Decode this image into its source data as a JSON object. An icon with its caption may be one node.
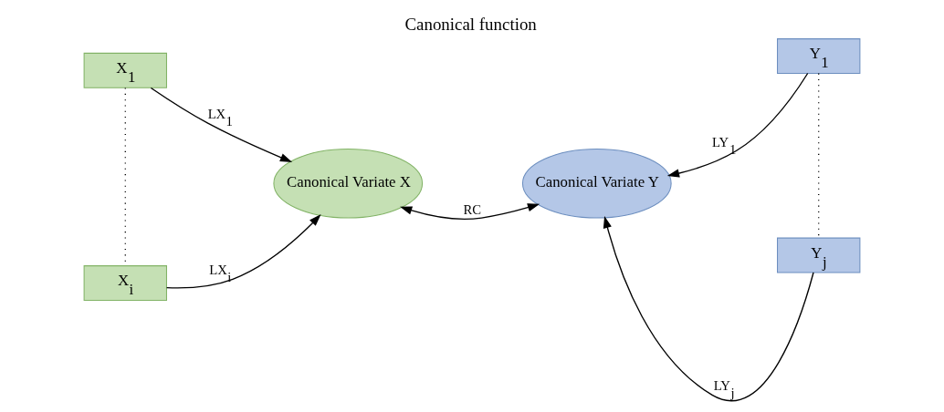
{
  "diagram": {
    "title": "Canonical function",
    "nodes": [
      {
        "text": [
          "X$_{1}$"
        ]
      },
      {
        "text": [
          "X$_{i}$"
        ]
      },
      {
        "text": [
          "Canonical Variate X"
        ]
      },
      {
        "text": [
          "Canonical Variate Y"
        ]
      },
      {
        "text": [
          "Y$_{1}$"
        ]
      },
      {
        "text": [
          "Y$_{j}$"
        ]
      }
    ],
    "edges": [
      {
        "from": 0,
        "to": 2,
        "arrow": "to",
        "label": "LX$_{1}$"
      },
      {
        "from": 1,
        "to": 2,
        "arrow": "to",
        "label": "LX$_{i}$"
      },
      {
        "from": 2,
        "to": 3,
        "arrow": "both",
        "label": "RC"
      },
      {
        "from": 4,
        "to": 3,
        "arrow": "to",
        "label": "LY$_{1}$"
      },
      {
        "from": 5,
        "to": 3,
        "arrow": "to",
        "label": "LY$_{j}$"
      },
      {
        "from": 0,
        "to": 1,
        "arrow": "none",
        "style": "dashed"
      },
      {
        "from": 4,
        "to": 5,
        "arrow": "none",
        "style": "dashed"
      }
    ]
  }
}
